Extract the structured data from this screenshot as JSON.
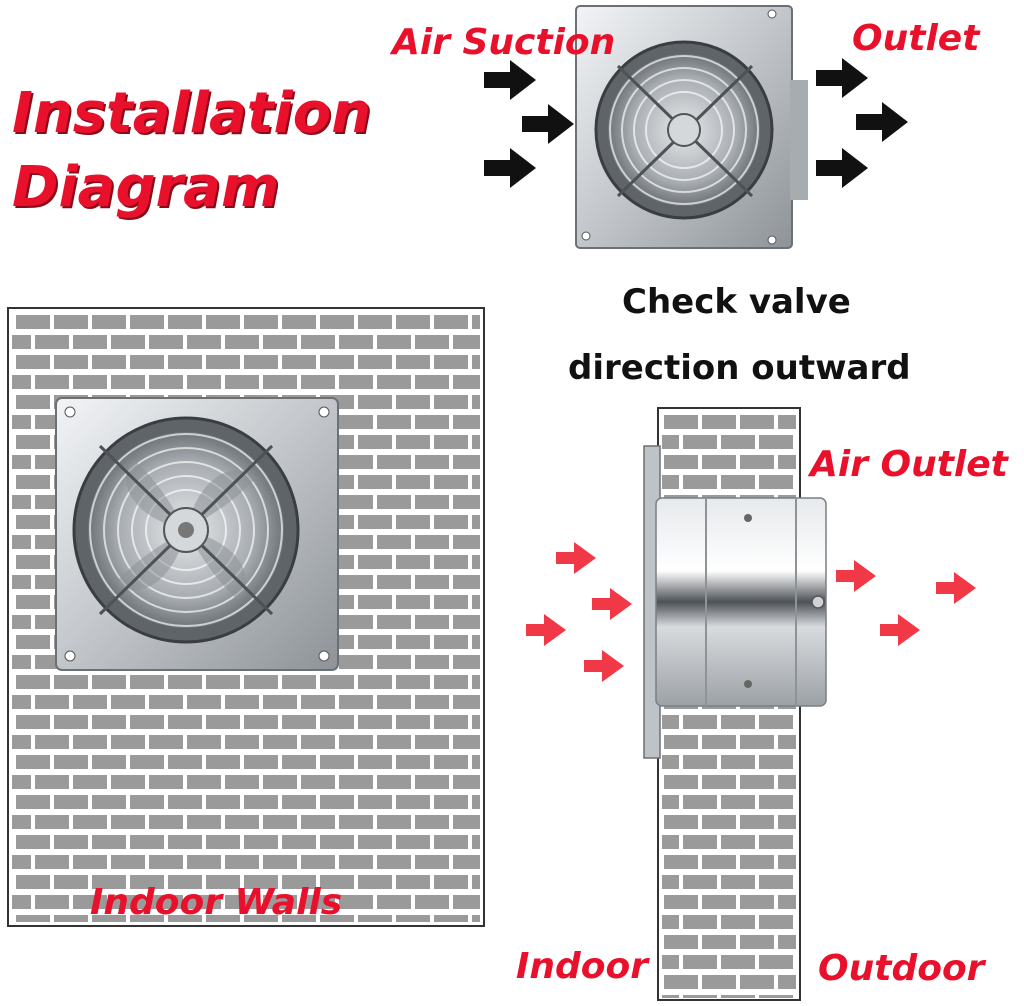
{
  "title": {
    "line1": "Installation",
    "line2": "Diagram"
  },
  "labels": {
    "air_suction": "Air Suction",
    "outlet": "Outlet",
    "check_valve_line1": "Check valve",
    "check_valve_line2": "direction outward",
    "air_outlet": "Air Outlet",
    "indoor_walls": "Indoor Walls",
    "indoor": "Indoor",
    "outdoor": "Outdoor"
  },
  "colors": {
    "label_red": "#e8102a",
    "brick_gray": "#9a9a9a",
    "arrow_red": "#ee2233",
    "arrow_black": "#111111",
    "steel": "#c8ccd0"
  }
}
